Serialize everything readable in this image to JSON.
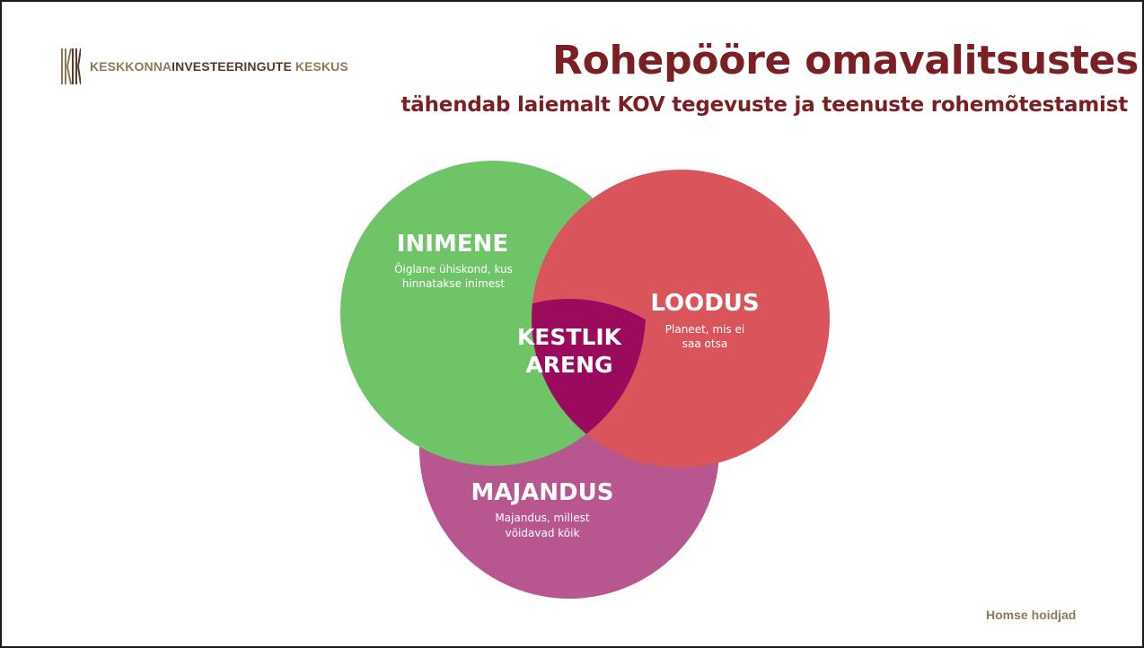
{
  "logo": {
    "text_part1": "KESKKONNA",
    "text_part2": "INVESTEERINGUTE",
    "text_part3": " KESKUS"
  },
  "header": {
    "title": "Rohepööre omavalitsustes",
    "subtitle": "tähendab laiemalt KOV tegevuste ja teenuste rohemõtestamist"
  },
  "diagram": {
    "circles": [
      {
        "id": "inimene",
        "title": "INIMENE",
        "line1": "Õiglane ühiskond, kus",
        "line2": "hinnatakse inimest",
        "color": "#6fc468"
      },
      {
        "id": "loodus",
        "title": "LOODUS",
        "line1": "Planeet, mis ei",
        "line2": "saa otsa",
        "color": "#d9545b"
      },
      {
        "id": "majandus",
        "title": "MAJANDUS",
        "line1": "Majandus, millest",
        "line2": "võidavad kõik",
        "color": "#b7568f"
      }
    ],
    "center": {
      "line1": "KESTLIK",
      "line2": "ARENG",
      "color": "#9a0b5e"
    }
  },
  "footer": {
    "text": "Homse hoidjad"
  },
  "colors": {
    "title": "#7a1f24",
    "brand_gold": "#8c7a57",
    "brand_brown": "#5a3a2a"
  }
}
